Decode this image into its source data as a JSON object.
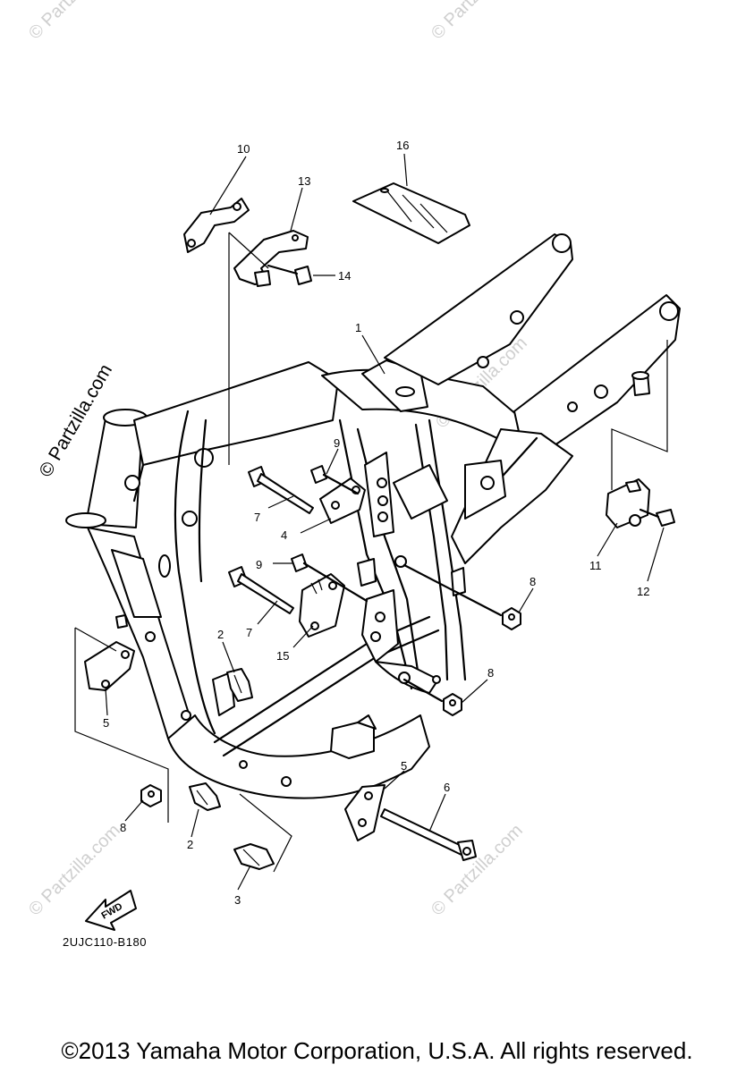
{
  "watermark": {
    "site": "Partzilla.com",
    "site_symbol": "© Partzilla.com"
  },
  "callouts": {
    "c1": "1",
    "c2a": "2",
    "c2b": "2",
    "c3": "3",
    "c4": "4",
    "c5a": "5",
    "c5b": "5",
    "c6": "6",
    "c7a": "7",
    "c7b": "7",
    "c8a": "8",
    "c8b": "8",
    "c8c": "8",
    "c9a": "9",
    "c9b": "9",
    "c10": "10",
    "c11": "11",
    "c12": "12",
    "c13": "13",
    "c14": "14",
    "c15": "15",
    "c16": "16"
  },
  "fwd_label": "FWD",
  "diagram_code": "2UJC110-B180",
  "copyright": "©2013 Yamaha Motor Corporation, U.S.A. All rights reserved."
}
